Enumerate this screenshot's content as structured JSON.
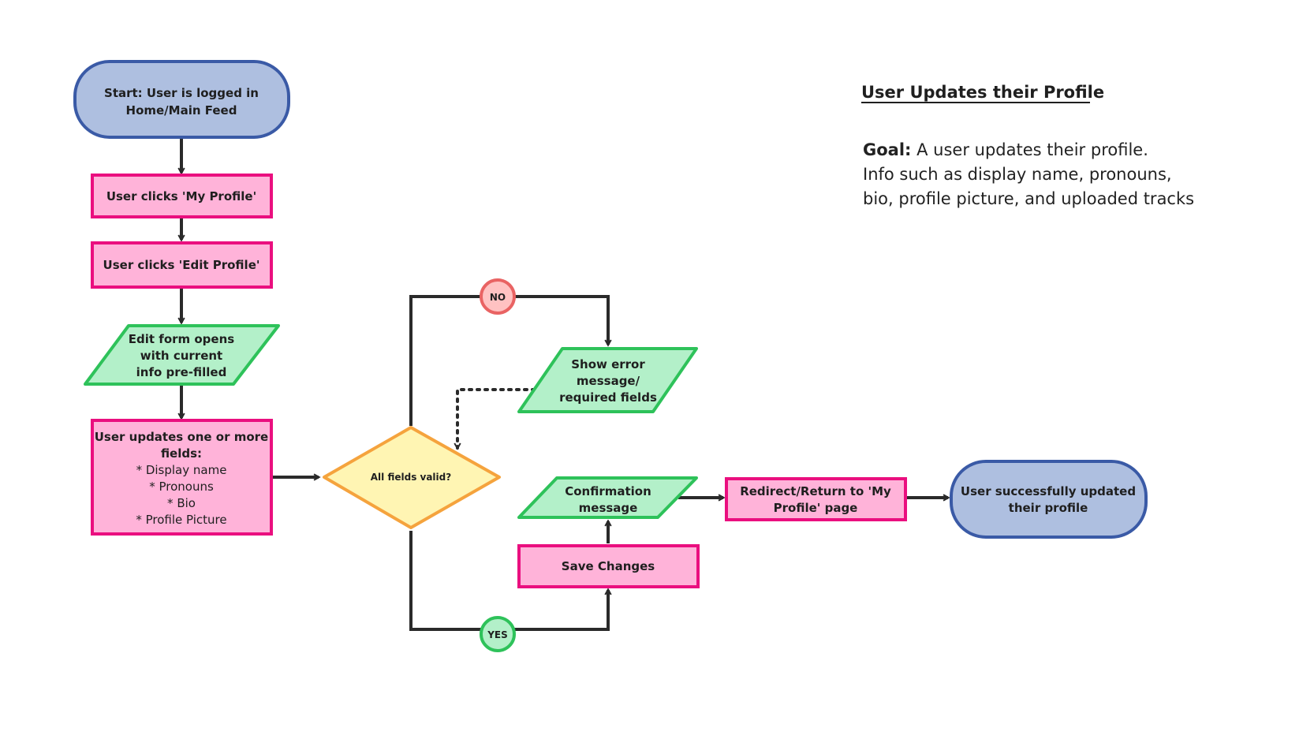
{
  "title": "User Updates their Profile",
  "goal": {
    "label": "Goal:",
    "line1": "A user updates their profile.",
    "line2": "Info such as display name, pronouns,",
    "line3": "bio, profile picture, and uploaded tracks"
  },
  "nodes": {
    "start": {
      "line1": "Start: User is logged in",
      "line2": "Home/Main Feed"
    },
    "my_profile": {
      "line1": "User clicks 'My Profile'"
    },
    "edit_profile": {
      "line1": "User clicks 'Edit Profile'"
    },
    "edit_form": {
      "line1": "Edit form opens",
      "line2": "with current",
      "line3": "info pre-filled"
    },
    "update_fields": {
      "line1": "User updates one or more",
      "line2": "fields:",
      "items": [
        "* Display name",
        "* Pronouns",
        "* Bio",
        "* Profile Picture"
      ]
    },
    "decision": {
      "line1": "All fields valid?"
    },
    "no_label": "NO",
    "yes_label": "YES",
    "error": {
      "line1": "Show error",
      "line2": "message/",
      "line3": "required fields"
    },
    "confirmation": {
      "line1": "Confirmation",
      "line2": "message"
    },
    "save": {
      "line1": "Save Changes"
    },
    "redirect": {
      "line1": "Redirect/Return to 'My",
      "line2": "Profile' page"
    },
    "end": {
      "line1": "User successfully updated",
      "line2": "their profile"
    }
  },
  "colors": {
    "start_end_fill": "#aebfe0",
    "start_end_stroke": "#3a5aa6",
    "process_fill": "#ffb3d9",
    "process_stroke": "#ea0f7f",
    "io_fill": "#b3f0c9",
    "io_stroke": "#2ec25a",
    "decision_fill": "#fff5b3",
    "decision_stroke": "#f5a33d",
    "no_fill": "#ffc2c2",
    "no_stroke": "#e96363",
    "yes_fill": "#b3f0c9",
    "yes_stroke": "#2ec25a",
    "connector": "#2a2a2a"
  }
}
